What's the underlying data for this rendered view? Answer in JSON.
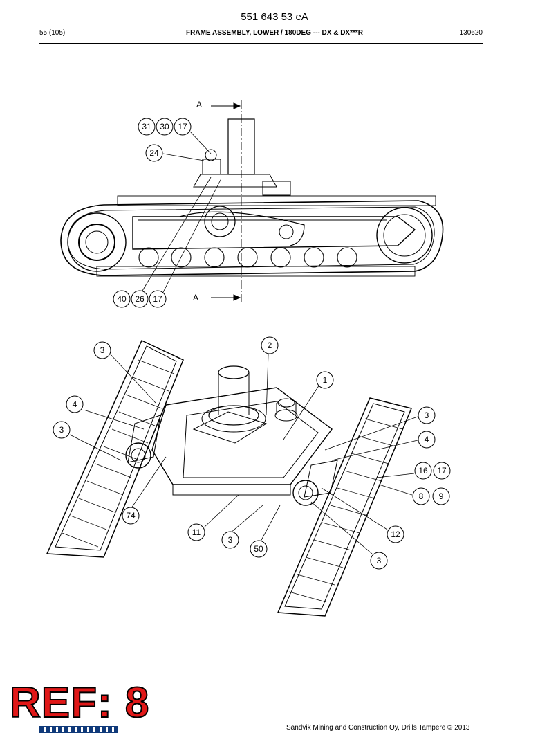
{
  "header": {
    "document_number": "551 643 53 eA",
    "page": "55 (105)",
    "title": "FRAME ASSEMBLY, LOWER / 180DEG --- DX & DX***R",
    "date_code": "130620"
  },
  "side_view": {
    "section_label_top": "A",
    "section_label_bottom": "A",
    "callouts": [
      {
        "id": "c31",
        "label": "31"
      },
      {
        "id": "c30",
        "label": "30"
      },
      {
        "id": "c17a",
        "label": "17"
      },
      {
        "id": "c24",
        "label": "24"
      },
      {
        "id": "c40",
        "label": "40"
      },
      {
        "id": "c26",
        "label": "26"
      },
      {
        "id": "c17b",
        "label": "17"
      }
    ]
  },
  "iso_view": {
    "callouts": [
      {
        "id": "i3a",
        "label": "3"
      },
      {
        "id": "i2",
        "label": "2"
      },
      {
        "id": "i1",
        "label": "1"
      },
      {
        "id": "i4a",
        "label": "4"
      },
      {
        "id": "i3b",
        "label": "3"
      },
      {
        "id": "i3c",
        "label": "3"
      },
      {
        "id": "i4b",
        "label": "4"
      },
      {
        "id": "i16",
        "label": "16"
      },
      {
        "id": "i17",
        "label": "17"
      },
      {
        "id": "i8",
        "label": "8"
      },
      {
        "id": "i9",
        "label": "9"
      },
      {
        "id": "i74",
        "label": "74"
      },
      {
        "id": "i11",
        "label": "11"
      },
      {
        "id": "i12",
        "label": "12"
      },
      {
        "id": "i3d",
        "label": "3"
      },
      {
        "id": "i50",
        "label": "50"
      },
      {
        "id": "i3e",
        "label": "3"
      }
    ]
  },
  "stamp": {
    "text": "REF: 8",
    "color": "#e01818"
  },
  "footer": {
    "copyright": "Sandvik Mining and Construction Oy, Drills Tampere © 2013"
  }
}
